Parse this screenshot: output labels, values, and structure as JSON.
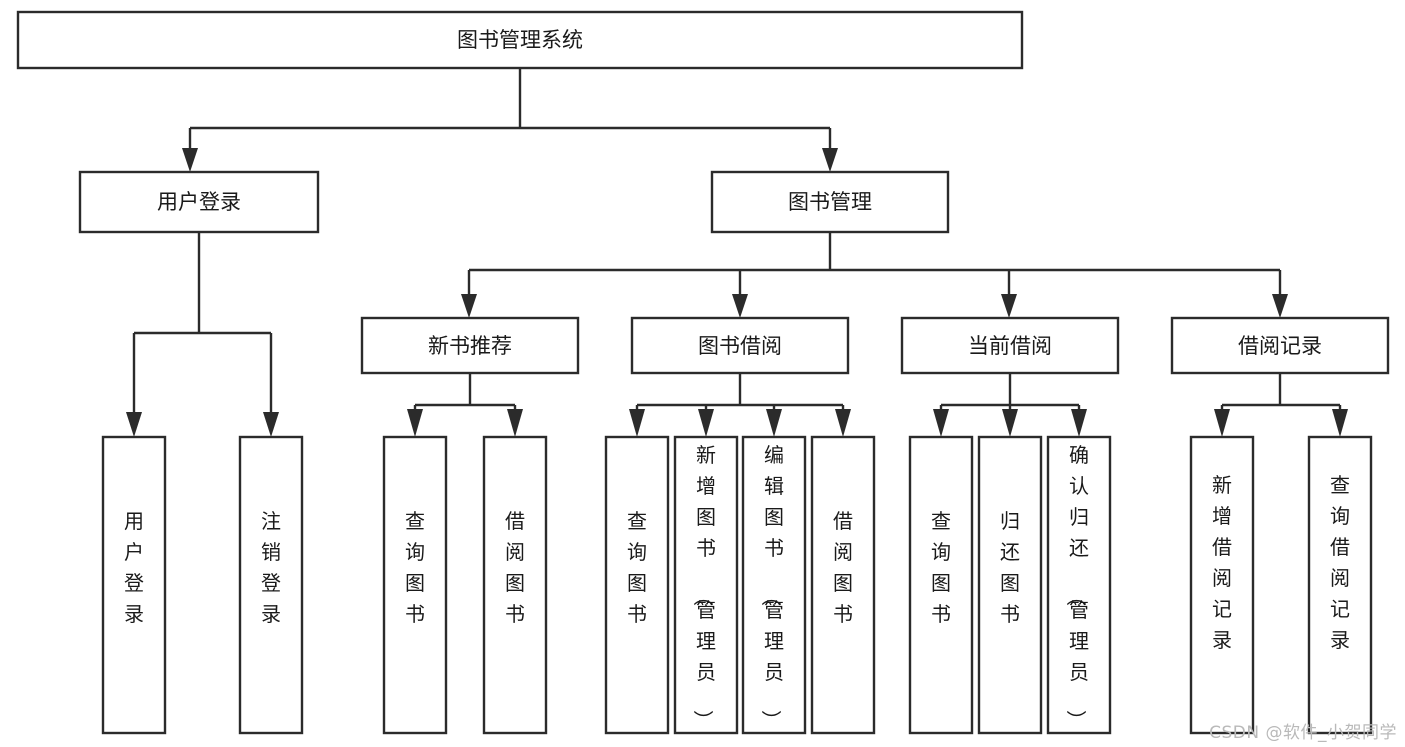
{
  "diagram": {
    "type": "tree",
    "title": "图书管理系统",
    "watermark": "CSDN @软件_小贺同学",
    "colors": {
      "stroke": "#2b2b2b",
      "fill": "#ffffff",
      "text": "#1a1a1a",
      "watermark": "#b9b9b9"
    },
    "nodes": {
      "root": {
        "label": "图书管理系统",
        "orientation": "horizontal"
      },
      "level2": [
        {
          "id": "user-login",
          "label": "用户登录",
          "orientation": "horizontal"
        },
        {
          "id": "book-manage",
          "label": "图书管理",
          "orientation": "horizontal"
        }
      ],
      "level3": [
        {
          "id": "new-book-rec",
          "label": "新书推荐",
          "orientation": "horizontal"
        },
        {
          "id": "book-borrow",
          "label": "图书借阅",
          "orientation": "horizontal"
        },
        {
          "id": "current-borrow",
          "label": "当前借阅",
          "orientation": "horizontal"
        },
        {
          "id": "borrow-record",
          "label": "借阅记录",
          "orientation": "horizontal"
        }
      ],
      "leaves": [
        {
          "id": "leaf-user-login",
          "parent": "user-login",
          "label": "用户登录",
          "orientation": "vertical"
        },
        {
          "id": "leaf-user-logout",
          "parent": "user-login",
          "label": "注销登录",
          "orientation": "vertical"
        },
        {
          "id": "leaf-query-book-1",
          "parent": "new-book-rec",
          "label": "查询图书",
          "orientation": "vertical"
        },
        {
          "id": "leaf-borrow-book-1",
          "parent": "new-book-rec",
          "label": "借阅图书",
          "orientation": "vertical"
        },
        {
          "id": "leaf-query-book-2",
          "parent": "book-borrow",
          "label": "查询图书",
          "orientation": "vertical"
        },
        {
          "id": "leaf-add-book",
          "parent": "book-borrow",
          "label": "新增图书（管理员）",
          "orientation": "vertical"
        },
        {
          "id": "leaf-edit-book",
          "parent": "book-borrow",
          "label": "编辑图书（管理员）",
          "orientation": "vertical"
        },
        {
          "id": "leaf-borrow-book-2",
          "parent": "book-borrow",
          "label": "借阅图书",
          "orientation": "vertical"
        },
        {
          "id": "leaf-query-book-3",
          "parent": "current-borrow",
          "label": "查询图书",
          "orientation": "vertical"
        },
        {
          "id": "leaf-return-book",
          "parent": "current-borrow",
          "label": "归还图书",
          "orientation": "vertical"
        },
        {
          "id": "leaf-confirm-return",
          "parent": "current-borrow",
          "label": "确认归还（管理员）",
          "orientation": "vertical"
        },
        {
          "id": "leaf-add-record",
          "parent": "borrow-record",
          "label": "新增借阅记录",
          "orientation": "vertical"
        },
        {
          "id": "leaf-query-record",
          "parent": "borrow-record",
          "label": "查询借阅记录",
          "orientation": "vertical"
        }
      ]
    }
  }
}
